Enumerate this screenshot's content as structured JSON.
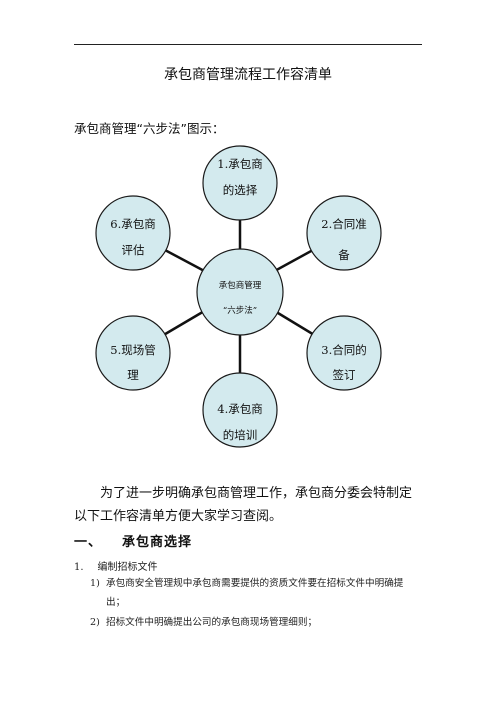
{
  "document": {
    "title": "承包商管理流程工作容清单",
    "subtitle": "承包商管理“六步法”图示：",
    "diagram": {
      "center": {
        "line1": "承包商管理",
        "line2": "“六步法”"
      },
      "nodes": [
        {
          "line1": "1.承包商",
          "line2": "的选择"
        },
        {
          "line1": "2.合同准",
          "line2": "备"
        },
        {
          "line1": "3.合同的",
          "line2": "签订"
        },
        {
          "line1": "4.承包商",
          "line2": "的培训"
        },
        {
          "line1": "5.现场管",
          "line2": "理"
        },
        {
          "line1": "6.承包商",
          "line2": "评估"
        }
      ]
    },
    "intro_paragraph": "为了进一步明确承包商管理工作，承包商分委会特制定以下工作容清单方便大家学习查阅。",
    "section1": {
      "number": "一、",
      "heading": "承包商选择",
      "item1": {
        "number": "1.",
        "text": "编制招标文件",
        "subitems": [
          {
            "number": "1)",
            "line1": "承包商安全管理规中承包商需要提供的资质文件要在招标文件中明确提",
            "line2": "出；"
          },
          {
            "number": "2)",
            "line1": "招标文件中明确提出公司的承包商现场管理细则；",
            "line2": ""
          }
        ]
      }
    },
    "colors": {
      "node_fill": "#d3eaee",
      "node_stroke": "#1a1a1a",
      "spoke": "#111111"
    }
  }
}
